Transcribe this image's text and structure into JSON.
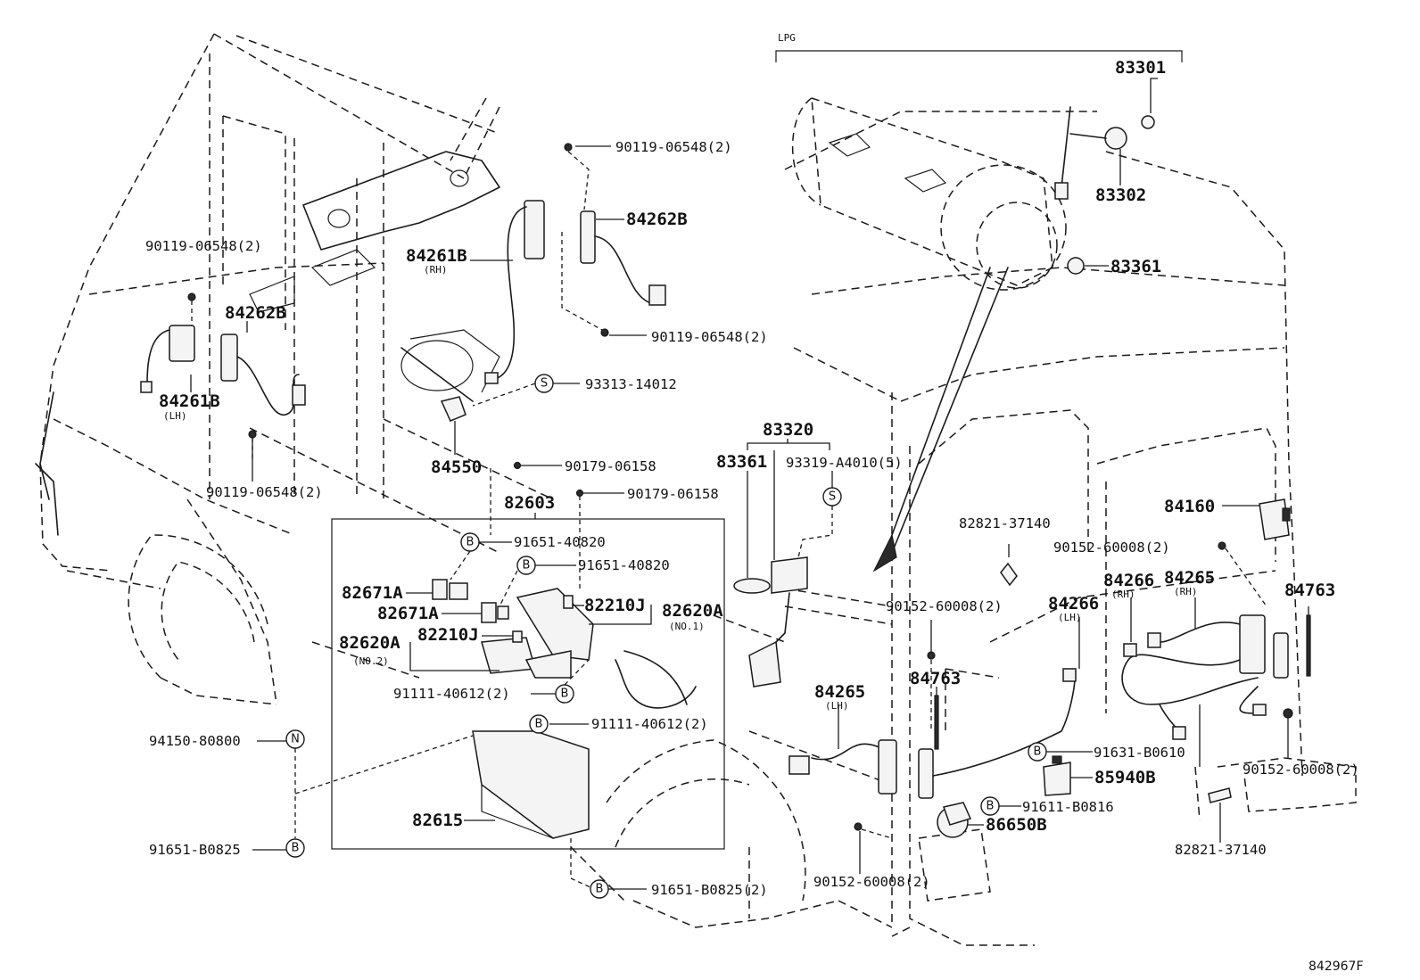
{
  "diagram": {
    "group_label": "LPG",
    "reference": "842967F",
    "labels": {
      "l_83301": "83301",
      "l_83302": "83302",
      "l_83361a": "83361",
      "l_84262b_top": "84262B",
      "l_84261b_rh": "84261B",
      "l_rh1": "(RH)",
      "l_90119_a": "90119-06548(2)",
      "l_90119_b": "90119-06548(2)",
      "l_90119_c": "90119-06548(2)",
      "l_90119_d": "90119-06548(2)",
      "l_84262b_left": "84262B",
      "l_84261b_lh": "84261B",
      "l_lh1": "(LH)",
      "l_93313": "93313-14012",
      "l_84550": "84550",
      "l_90179_a": "90179-06158",
      "l_90179_b": "90179-06158",
      "l_83320": "83320",
      "l_83361b": "83361",
      "l_93319": "93319-A4010(5)",
      "l_82603": "82603",
      "l_91651_a": "91651-40820",
      "l_91651_b": "91651-40820",
      "l_82671a_1": "82671A",
      "l_82671a_2": "82671A",
      "l_82210j_1": "82210J",
      "l_82620a_1": "82620A",
      "l_no1": "(NO.1)",
      "l_82620a_2": "82620A",
      "l_no2": "(NO.2)",
      "l_82210j_2": "82210J",
      "l_91111_a": "91111-40612(2)",
      "l_91111_b": "91111-40612(2)",
      "l_94150": "94150-80800",
      "l_82615": "82615",
      "l_91651_c": "91651-B0825",
      "l_91651_d": "91651-B0825(2)",
      "l_82821_a": "82821-37140",
      "l_90152_a": "90152-60008(2)",
      "l_84160": "84160",
      "l_90152_b": "90152-60008(2)",
      "l_84266_rh": "84266",
      "l_rh2": "(RH)",
      "l_84265_rh": "84265",
      "l_rh3": "(RH)",
      "l_84763_a": "84763",
      "l_84266_lh": "84266",
      "l_lh2": "(LH)",
      "l_84265_lh": "84265",
      "l_lh3": "(LH)",
      "l_84763_b": "84763",
      "l_91631": "91631-B0610",
      "l_85940b": "85940B",
      "l_91611": "91611-B0816",
      "l_86650b": "86650B",
      "l_90152_c": "90152-60008(2)",
      "l_90152_d": "90152-60008(2)",
      "l_82821_b": "82821-37140"
    },
    "symbols": {
      "s": "S",
      "b": "B",
      "n": "N"
    }
  }
}
